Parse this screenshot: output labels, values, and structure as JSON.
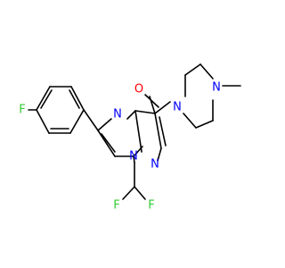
{
  "molecule": {
    "atoms": {
      "fluorine_aryl": "F",
      "pyrimidine_n": "N",
      "bridgehead_n": "N",
      "pyrazole_n": "N",
      "carbonyl_o": "O",
      "piperazine_n1": "N",
      "piperazine_n4": "N",
      "difluoromethyl_f_left": "F",
      "difluoromethyl_f_right": "F"
    },
    "colors": {
      "bond": "#000000",
      "nitrogen": "#0000ff",
      "oxygen": "#ff0000",
      "fluorine": "#33cc33"
    }
  }
}
